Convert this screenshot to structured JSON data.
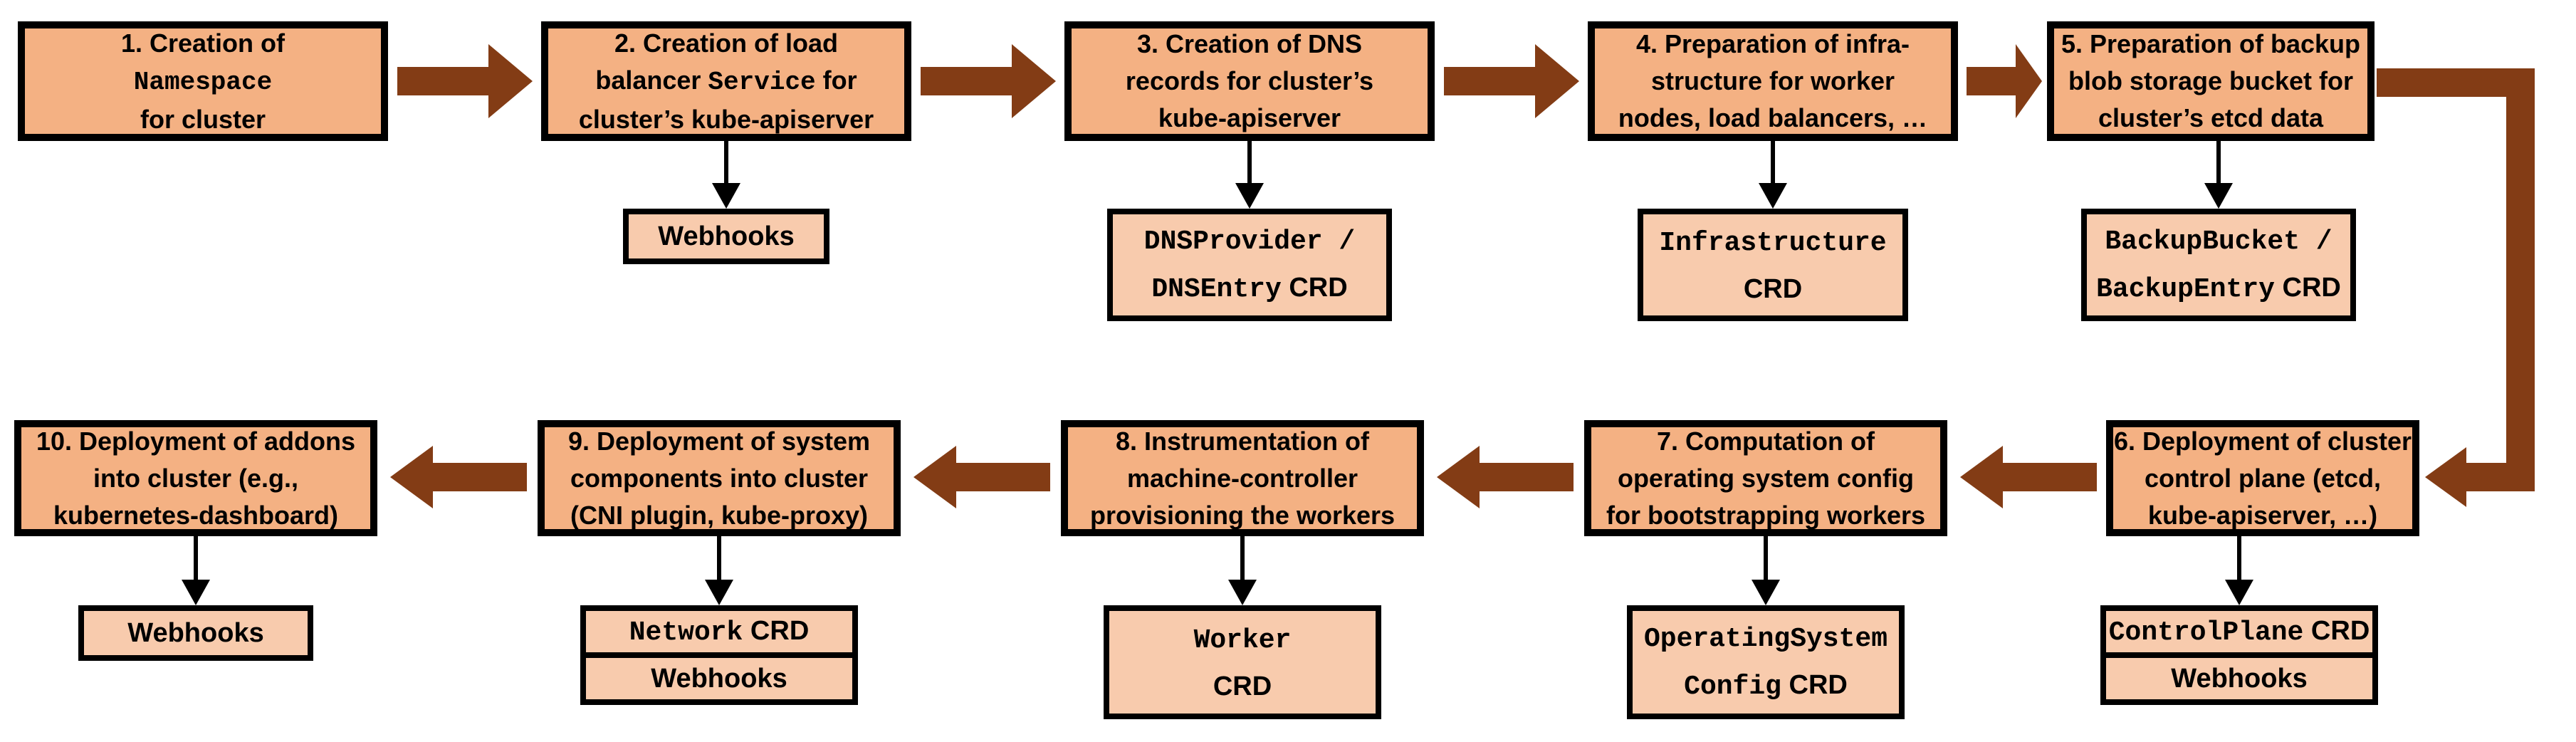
{
  "diagram": {
    "colors": {
      "fill_main": "#F4B183",
      "fill_sub": "#F8CBAD",
      "arrow": "#833C15",
      "border": "#000000"
    },
    "steps": [
      {
        "id": 1,
        "title": [
          [
            {
              "t": "1. Creation of",
              "k": "s"
            }
          ],
          [
            {
              "t": "Namespace",
              "k": "m"
            }
          ],
          [
            {
              "t": "for cluster",
              "k": "s"
            }
          ]
        ],
        "sub_boxes": []
      },
      {
        "id": 2,
        "title": [
          [
            {
              "t": "2. Creation of load",
              "k": "s"
            }
          ],
          [
            {
              "t": "balancer ",
              "k": "s"
            },
            {
              "t": "Service",
              "k": "m"
            },
            {
              "t": " for",
              "k": "s"
            }
          ],
          [
            {
              "t": "cluster’s kube-apiserver",
              "k": "s"
            }
          ]
        ],
        "sub_boxes": [
          {
            "name": "webhooks-box",
            "lines": [
              [
                {
                  "t": "Webhooks",
                  "k": "b"
                }
              ]
            ]
          }
        ]
      },
      {
        "id": 3,
        "title": [
          [
            {
              "t": "3. Creation of DNS",
              "k": "s"
            }
          ],
          [
            {
              "t": "records for cluster’s",
              "k": "s"
            }
          ],
          [
            {
              "t": "kube-apiserver",
              "k": "s"
            }
          ]
        ],
        "sub_boxes": [
          {
            "name": "dnsprovider-dnsentry-crd-box",
            "lines": [
              [
                {
                  "t": "DNSProvider /",
                  "k": "m"
                }
              ],
              [
                {
                  "t": "DNSEntry",
                  "k": "m"
                },
                {
                  "t": " CRD",
                  "k": "b"
                }
              ]
            ]
          }
        ]
      },
      {
        "id": 4,
        "title": [
          [
            {
              "t": "4. Preparation of infra-",
              "k": "s"
            }
          ],
          [
            {
              "t": "structure for worker",
              "k": "s"
            }
          ],
          [
            {
              "t": "nodes, load balancers, …",
              "k": "s"
            }
          ]
        ],
        "sub_boxes": [
          {
            "name": "infrastructure-crd-box",
            "lines": [
              [
                {
                  "t": "Infrastructure",
                  "k": "m"
                }
              ],
              [
                {
                  "t": "CRD",
                  "k": "b"
                }
              ]
            ]
          }
        ]
      },
      {
        "id": 5,
        "title": [
          [
            {
              "t": "5. Preparation of backup",
              "k": "s"
            }
          ],
          [
            {
              "t": "blob storage bucket for",
              "k": "s"
            }
          ],
          [
            {
              "t": "cluster’s etcd data",
              "k": "s"
            }
          ]
        ],
        "sub_boxes": [
          {
            "name": "backupbucket-backupentry-crd-box",
            "lines": [
              [
                {
                  "t": "BackupBucket /",
                  "k": "m"
                }
              ],
              [
                {
                  "t": "BackupEntry",
                  "k": "m"
                },
                {
                  "t": " CRD",
                  "k": "b"
                }
              ]
            ]
          }
        ]
      },
      {
        "id": 6,
        "title": [
          [
            {
              "t": "6. Deployment of cluster",
              "k": "s"
            }
          ],
          [
            {
              "t": "control plane (etcd,",
              "k": "s"
            }
          ],
          [
            {
              "t": "kube-apiserver, …)",
              "k": "s"
            }
          ]
        ],
        "sub_boxes": [
          {
            "name": "controlplane-crd-box",
            "lines": [
              [
                {
                  "t": "ControlPlane",
                  "k": "m"
                },
                {
                  "t": " CRD",
                  "k": "b"
                }
              ]
            ]
          },
          {
            "name": "webhooks-box",
            "lines": [
              [
                {
                  "t": "Webhooks",
                  "k": "b"
                }
              ]
            ]
          }
        ]
      },
      {
        "id": 7,
        "title": [
          [
            {
              "t": "7. Computation of",
              "k": "s"
            }
          ],
          [
            {
              "t": "operating system config",
              "k": "s"
            }
          ],
          [
            {
              "t": "for bootstrapping workers",
              "k": "s"
            }
          ]
        ],
        "sub_boxes": [
          {
            "name": "operatingsystemconfig-crd-box",
            "lines": [
              [
                {
                  "t": "OperatingSystem",
                  "k": "m"
                }
              ],
              [
                {
                  "t": "Config",
                  "k": "m"
                },
                {
                  "t": " CRD",
                  "k": "b"
                }
              ]
            ]
          }
        ]
      },
      {
        "id": 8,
        "title": [
          [
            {
              "t": "8. Instrumentation of",
              "k": "s"
            }
          ],
          [
            {
              "t": "machine-controller",
              "k": "s"
            }
          ],
          [
            {
              "t": "provisioning the workers",
              "k": "s"
            }
          ]
        ],
        "sub_boxes": [
          {
            "name": "worker-crd-box",
            "lines": [
              [
                {
                  "t": "Worker",
                  "k": "m"
                }
              ],
              [
                {
                  "t": "CRD",
                  "k": "b"
                }
              ]
            ]
          }
        ]
      },
      {
        "id": 9,
        "title": [
          [
            {
              "t": "9. Deployment of system",
              "k": "s"
            }
          ],
          [
            {
              "t": "components into cluster",
              "k": "s"
            }
          ],
          [
            {
              "t": "(CNI plugin, kube-proxy)",
              "k": "s"
            }
          ]
        ],
        "sub_boxes": [
          {
            "name": "network-crd-box",
            "lines": [
              [
                {
                  "t": "Network",
                  "k": "m"
                },
                {
                  "t": " CRD",
                  "k": "b"
                }
              ]
            ]
          },
          {
            "name": "webhooks-box",
            "lines": [
              [
                {
                  "t": "Webhooks",
                  "k": "b"
                }
              ]
            ]
          }
        ]
      },
      {
        "id": 10,
        "title": [
          [
            {
              "t": "10. Deployment of addons",
              "k": "s"
            }
          ],
          [
            {
              "t": "into cluster (e.g.,",
              "k": "s"
            }
          ],
          [
            {
              "t": "kubernetes-dashboard)",
              "k": "s"
            }
          ]
        ],
        "sub_boxes": [
          {
            "name": "webhooks-box",
            "lines": [
              [
                {
                  "t": "Webhooks",
                  "k": "b"
                }
              ]
            ]
          }
        ]
      }
    ]
  }
}
